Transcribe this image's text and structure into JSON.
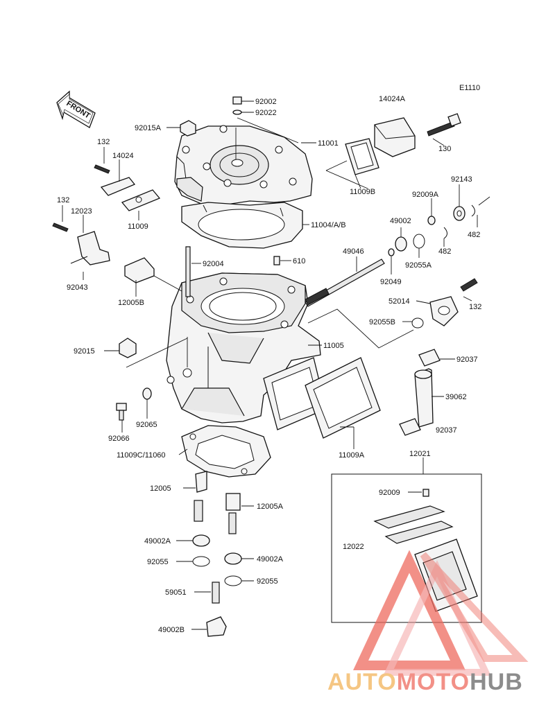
{
  "diagram": {
    "code": "E1110",
    "front_label": "FRONT",
    "watermark": {
      "part1": "AUTO",
      "part2": "MOTO",
      "part3": "HUB",
      "color1": "#f2b35a",
      "color2": "#ee6b5f",
      "color3": "#666666"
    },
    "labels": {
      "p92002": "92002",
      "p92022": "92022",
      "p92015A": "92015A",
      "p11001": "11001",
      "p14024A": "14024A",
      "p130": "130",
      "p132a": "132",
      "p14024": "14024",
      "p11009B": "11009B",
      "p92143": "92143",
      "p92009A": "92009A",
      "p132b": "132",
      "p12023": "12023",
      "p11009": "11009",
      "p49002": "49002",
      "p11004": "11004/A/B",
      "p482a": "482",
      "p482b": "482",
      "p92055A": "92055A",
      "p49046": "49046",
      "p92004": "92004",
      "p610": "610",
      "p92049": "92049",
      "p92043": "92043",
      "p52014": "52014",
      "p132c": "132",
      "p12005B": "12005B",
      "p92055B": "92055B",
      "p11005": "11005",
      "p92015": "92015",
      "p92037a": "92037",
      "p39062": "39062",
      "p92065": "92065",
      "p92066": "92066",
      "p92037b": "92037",
      "p11009A": "11009A",
      "p11009C": "11009C/11060",
      "p12021": "12021",
      "p12005": "12005",
      "p92009": "92009",
      "p12005A": "12005A",
      "p12022": "12022",
      "p49002A_a": "49002A",
      "p92055_a": "92055",
      "p49002A_b": "49002A",
      "p92055_b": "92055",
      "p59051": "59051",
      "p49002B": "49002B"
    }
  }
}
